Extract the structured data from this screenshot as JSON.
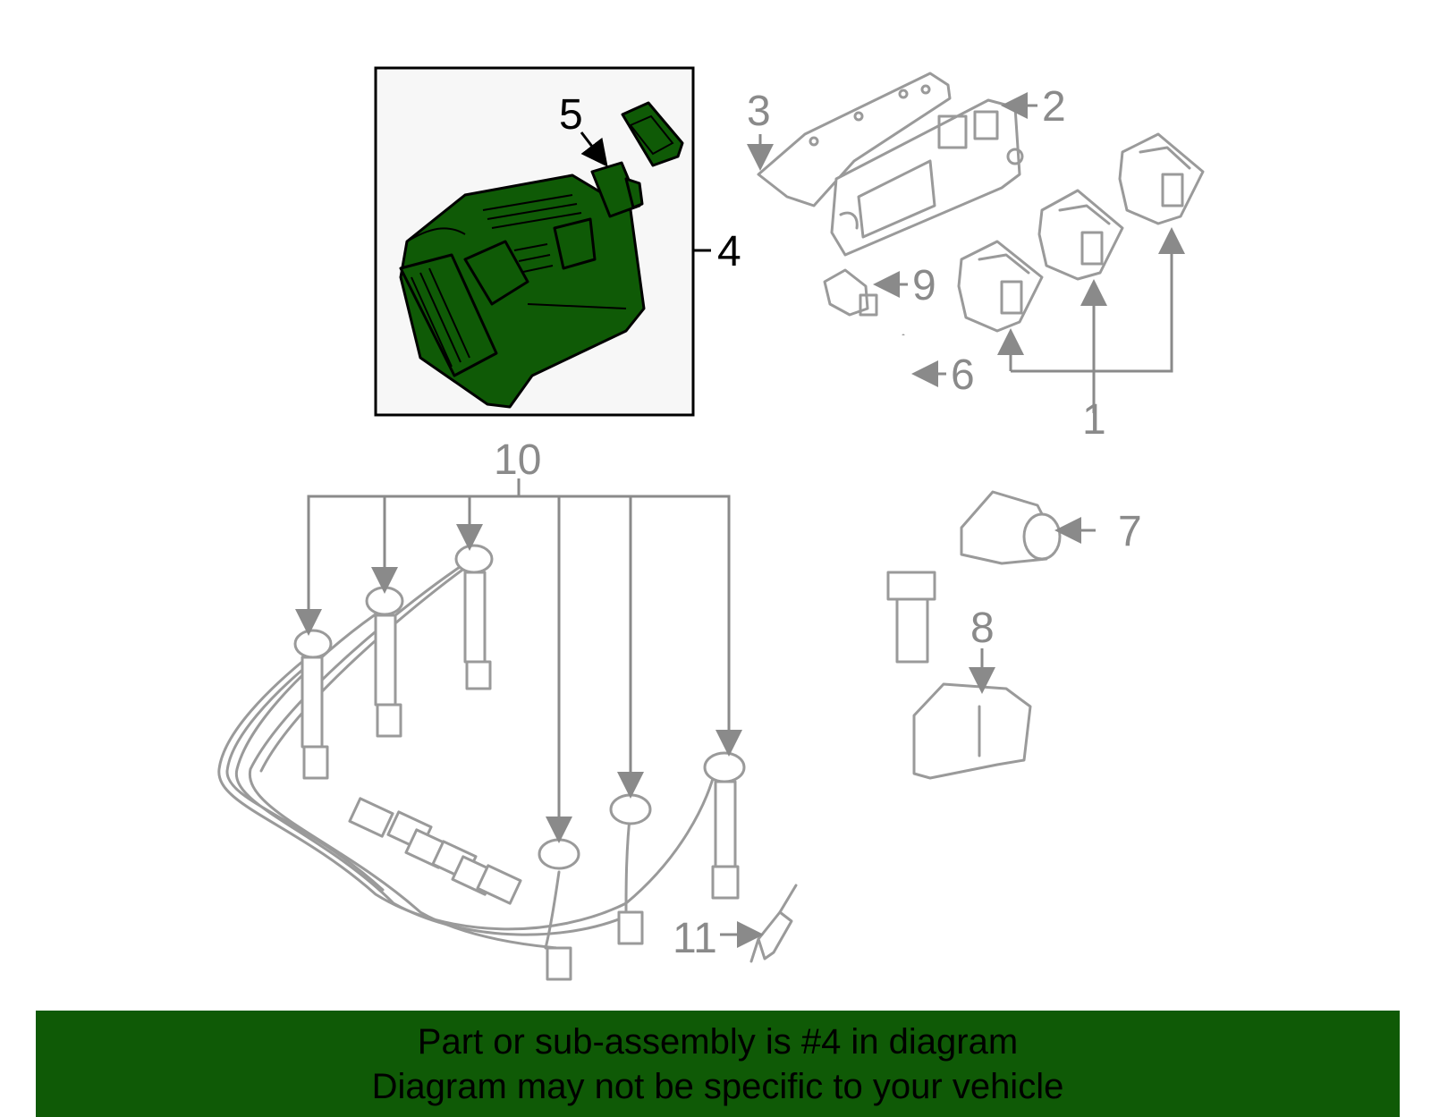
{
  "callouts": {
    "c1": "1",
    "c2": "2",
    "c3": "3",
    "c4": "4",
    "c5": "5",
    "c6": "6",
    "c7": "7",
    "c8": "8",
    "c9": "9",
    "c10": "10",
    "c11": "11"
  },
  "colors": {
    "highlight": "#0f5a06",
    "line_art": "#9a9a9a",
    "callout_text": "#8a8a8a",
    "highlight_box_bg": "#f7f7f7"
  },
  "banner": {
    "line1": "Part or sub-assembly is #4 in diagram",
    "line2": "Diagram may not be specific to your vehicle"
  }
}
